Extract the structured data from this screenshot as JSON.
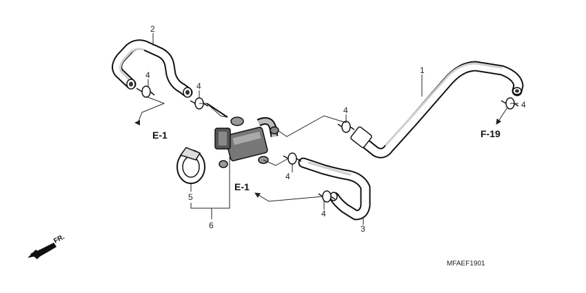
{
  "callouts": {
    "c1": "1",
    "c2": "2",
    "c3": "3",
    "c4": "4",
    "c5": "5",
    "c6": "6"
  },
  "references": {
    "e1": "E-1",
    "f19": "F-19"
  },
  "direction_label": "FR.",
  "diagram_code": "MFAEF1901",
  "parts": {
    "hose_1": "hose-icon",
    "hose_2": "hose-icon",
    "hose_3": "hose-icon",
    "clip_4": "hose-clip-icon",
    "clamp_5": "clamp-band-icon",
    "valve_6": "solenoid-valve-icon"
  }
}
